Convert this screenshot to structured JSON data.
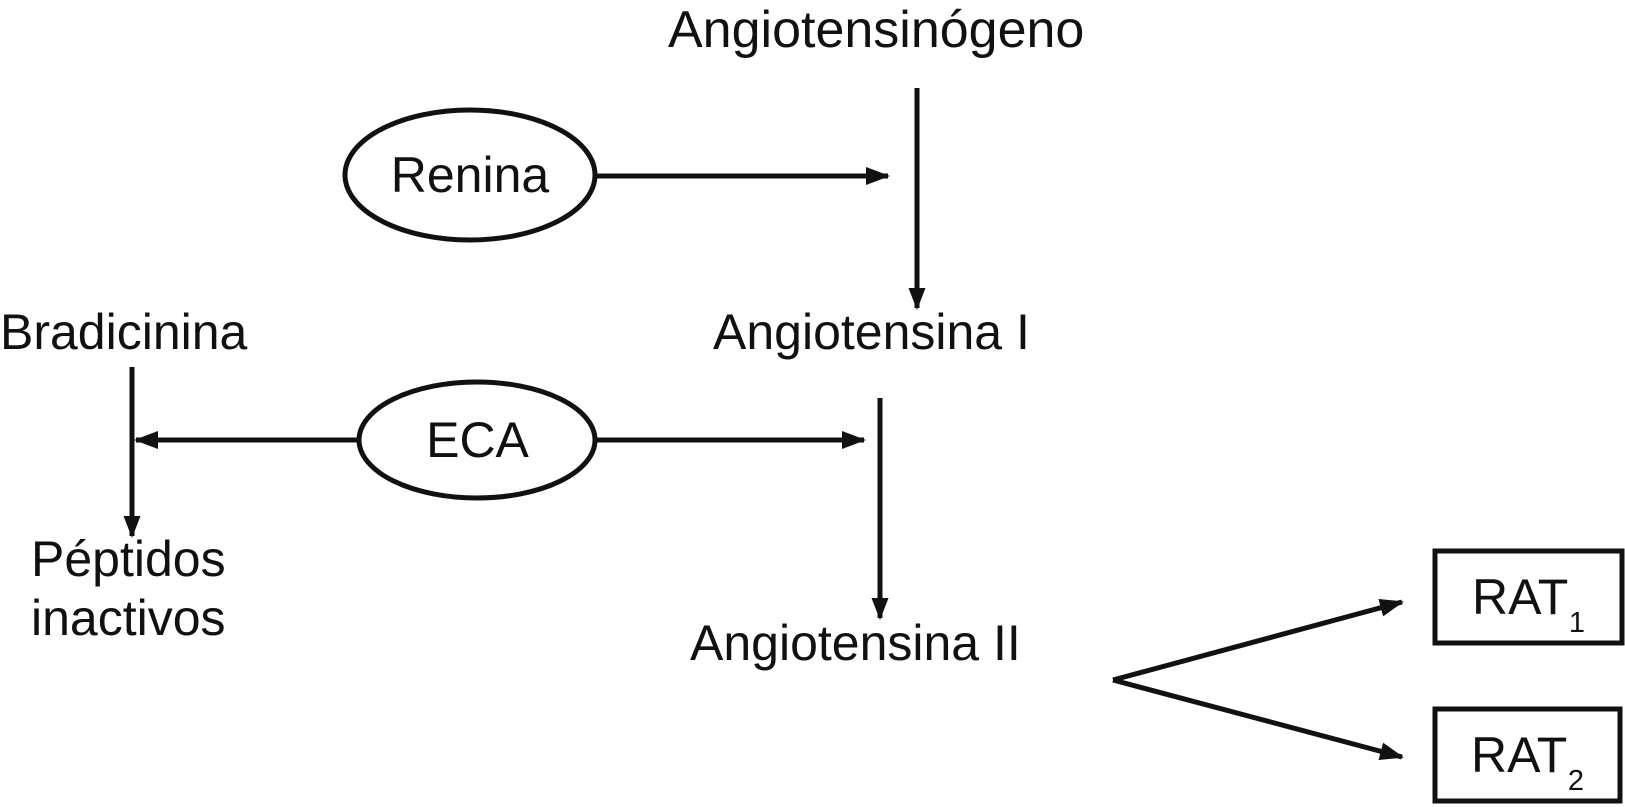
{
  "diagram": {
    "title_text": "Angiotensinógeno",
    "background_color": "#ffffff",
    "stroke_color": "#111111",
    "text_color": "#111111",
    "nodes": {
      "angiotensinogeno": "Angiotensinógeno",
      "renina": "Renina",
      "angiotensina_i": "Angiotensina I",
      "angiotensina_ii": "Angiotensina II",
      "bradicinina": "Bradicinina",
      "peptidos_inactivos": "Péptidos\ninactivos",
      "eca": "ECA"
    },
    "receptors": [
      {
        "base": "RAT",
        "subscript": "1"
      },
      {
        "base": "RAT",
        "subscript": "2"
      }
    ],
    "edges": [
      {
        "from": "renina",
        "to": "angiotensinogeno-to-angiotensina-i",
        "kind": "catalysis-arrow"
      },
      {
        "from": "angiotensinogeno",
        "to": "angiotensina_i",
        "kind": "conversion-arrow"
      },
      {
        "from": "eca",
        "to": "bradicinina-degradation",
        "kind": "catalysis-arrow-left"
      },
      {
        "from": "eca",
        "to": "angiotensina-i-to-ii",
        "kind": "catalysis-arrow-right"
      },
      {
        "from": "angiotensina_i",
        "to": "angiotensina_ii",
        "kind": "conversion-arrow"
      },
      {
        "from": "bradicinina",
        "to": "peptidos_inactivos",
        "kind": "conversion-arrow"
      },
      {
        "from": "angiotensina_ii",
        "to": "RAT1",
        "kind": "branch-arrow"
      },
      {
        "from": "angiotensina_ii",
        "to": "RAT2",
        "kind": "branch-arrow"
      }
    ]
  }
}
